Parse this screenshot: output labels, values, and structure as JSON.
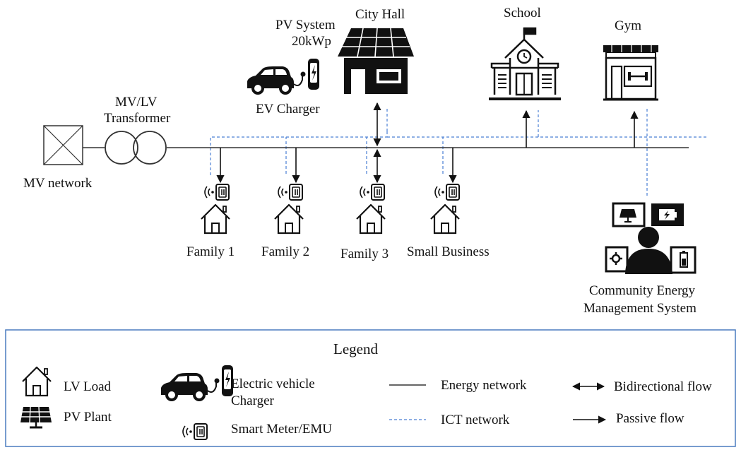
{
  "labels": {
    "pv_system_line1": "PV System",
    "pv_system_line2": "20kWp",
    "city_hall": "City Hall",
    "school": "School",
    "gym": "Gym",
    "ev_charger": "EV Charger",
    "transformer_line1": "MV/LV",
    "transformer_line2": "Transformer",
    "mv_network": "MV network",
    "family1": "Family 1",
    "family2": "Family 2",
    "family3": "Family 3",
    "small_business": "Small Business",
    "cems_line1": "Community Energy",
    "cems_line2": "Management System"
  },
  "legend": {
    "title": "Legend",
    "lv_load": "LV Load",
    "pv_plant": "PV Plant",
    "ev_line1": "Electric vehicle",
    "ev_line2": "Charger",
    "smart_meter": "Smart Meter/EMU",
    "energy_network": "Energy network",
    "ict_network": "ICT network",
    "bidirectional": "Bidirectional flow",
    "passive": "Passive flow"
  },
  "colors": {
    "energy_line": "#333333",
    "ict_line": "#4a7fd4",
    "legend_border": "#4a7bbf",
    "icon": "#111111"
  }
}
